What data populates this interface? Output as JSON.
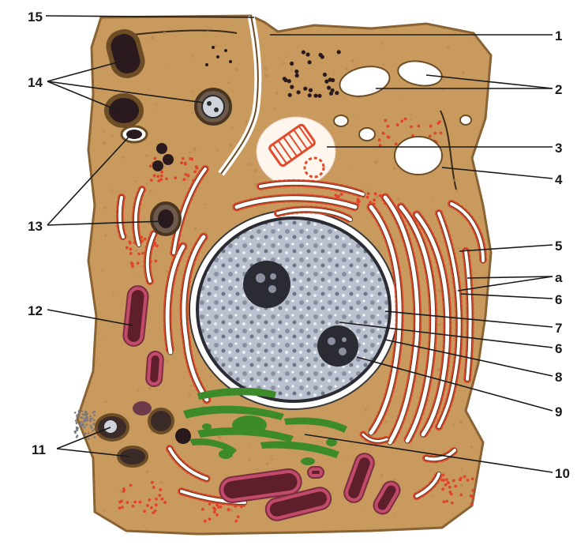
{
  "figure": {
    "labels": [
      {
        "id": "1",
        "text": "1"
      },
      {
        "id": "2",
        "text": "2"
      },
      {
        "id": "3",
        "text": "3"
      },
      {
        "id": "4",
        "text": "4"
      },
      {
        "id": "5",
        "text": "5"
      },
      {
        "id": "a",
        "text": "а"
      },
      {
        "id": "6a",
        "text": "6"
      },
      {
        "id": "7",
        "text": "7"
      },
      {
        "id": "6b",
        "text": "6"
      },
      {
        "id": "8",
        "text": "8"
      },
      {
        "id": "9",
        "text": "9"
      },
      {
        "id": "10",
        "text": "10"
      },
      {
        "id": "11",
        "text": "11"
      },
      {
        "id": "12",
        "text": "12"
      },
      {
        "id": "13",
        "text": "13"
      },
      {
        "id": "14",
        "text": "14"
      },
      {
        "id": "15",
        "text": "15"
      }
    ],
    "colors": {
      "cytoplasm": "#c89a5e",
      "membrane": "#8a6334",
      "nucleus": "#a8afbd",
      "chromatin": "#2b2b33",
      "ribosomes": "#e0442a",
      "er_lumen": "#ffffff",
      "mitochondria": "#5e1e2c",
      "golgi": "#3d8a2b",
      "lysosome": "#2a1a1e"
    }
  }
}
